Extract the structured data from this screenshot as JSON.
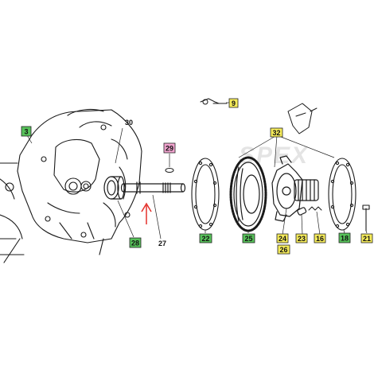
{
  "diagram": {
    "watermark": "SPEX",
    "colors": {
      "yellow": "#f6ec5a",
      "green": "#57c25a",
      "pink": "#f2a3cf",
      "arrow": "#e4302a",
      "ink": "#1a1a1a"
    },
    "callouts": [
      {
        "id": "c9",
        "label": "9",
        "style": "yellow"
      },
      {
        "id": "c30",
        "label": "30",
        "style": "plain"
      },
      {
        "id": "c3",
        "label": "3",
        "style": "green"
      },
      {
        "id": "c29",
        "label": "29",
        "style": "pink"
      },
      {
        "id": "c32",
        "label": "32",
        "style": "yellow"
      },
      {
        "id": "c28",
        "label": "28",
        "style": "green"
      },
      {
        "id": "c27",
        "label": "27",
        "style": "plain"
      },
      {
        "id": "c22",
        "label": "22",
        "style": "green"
      },
      {
        "id": "c25",
        "label": "25",
        "style": "green"
      },
      {
        "id": "c24",
        "label": "24",
        "style": "yellow"
      },
      {
        "id": "c23",
        "label": "23",
        "style": "yellow"
      },
      {
        "id": "c16",
        "label": "16",
        "style": "yellow"
      },
      {
        "id": "c18",
        "label": "18",
        "style": "green"
      },
      {
        "id": "c21",
        "label": "21",
        "style": "yellow"
      },
      {
        "id": "c26",
        "label": "26",
        "style": "yellow"
      }
    ]
  }
}
